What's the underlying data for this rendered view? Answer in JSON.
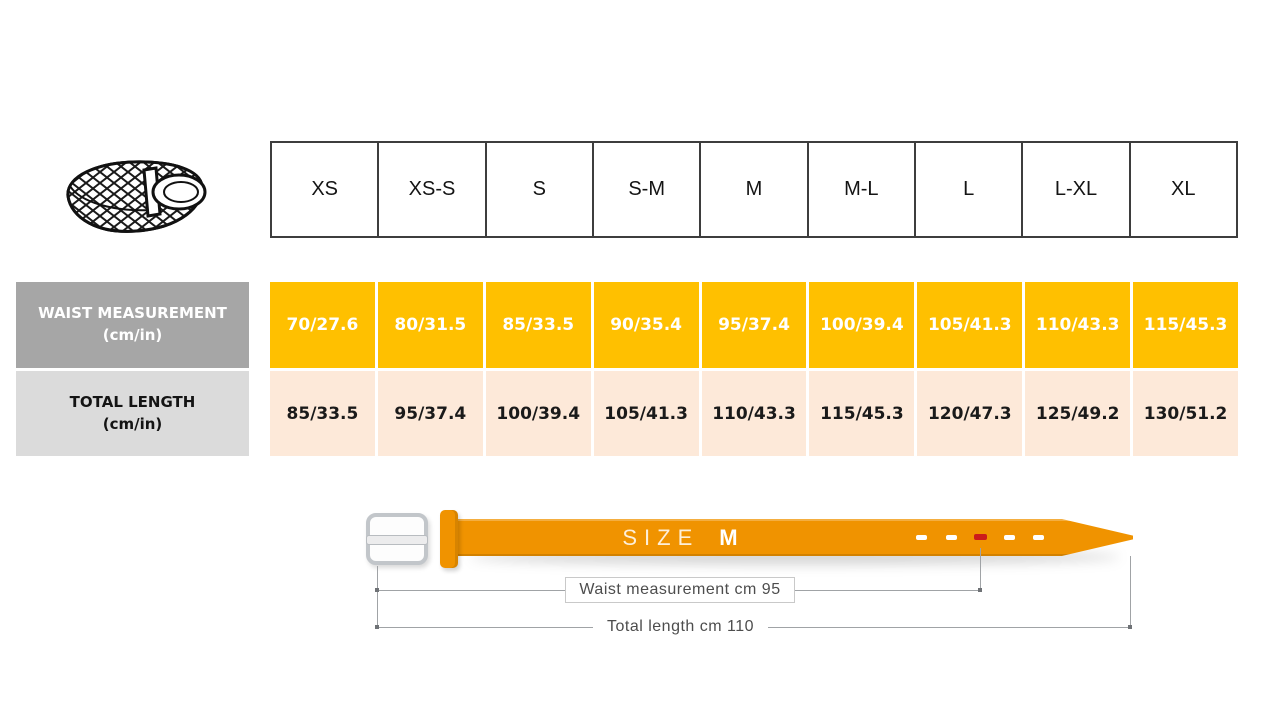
{
  "size_table": {
    "sizes": [
      "XS",
      "XS-S",
      "S",
      "S-M",
      "M",
      "M-L",
      "L",
      "L-XL",
      "XL"
    ],
    "rows": [
      {
        "label": "WAIST MEASUREMENT",
        "unit": "(cm/in)",
        "values": [
          "70/27.6",
          "80/31.5",
          "85/33.5",
          "90/35.4",
          "95/37.4",
          "100/39.4",
          "105/41.3",
          "110/43.3",
          "115/45.3"
        ]
      },
      {
        "label": "TOTAL LENGTH",
        "unit": "(cm/in)",
        "values": [
          "85/33.5",
          "95/37.4",
          "100/39.4",
          "105/41.3",
          "110/43.3",
          "115/45.3",
          "120/47.3",
          "125/49.2",
          "130/51.2"
        ]
      }
    ]
  },
  "diagram": {
    "size_label": "SIZE",
    "size_value": "M",
    "waist_measurement_label": "Waist measurement cm 95",
    "total_length_label": "Total length cm 110"
  },
  "illustrations": {
    "thumbnail": "braided-belt-line-art",
    "diagram_belt": "orange-belt-with-silver-buckle"
  },
  "colors": {
    "waist_cell_bg": "#ffc000",
    "total_cell_bg": "#fde9d9",
    "waist_label_bg": "#a6a6a6",
    "total_label_bg": "#dbdbdb",
    "table_border": "#3d3d3d",
    "belt_orange": "#f09300",
    "buckle_silver": "#c2c6ca",
    "highlight_hole_red": "#cc1b1b",
    "dimension_line": "#a0a3a6"
  }
}
